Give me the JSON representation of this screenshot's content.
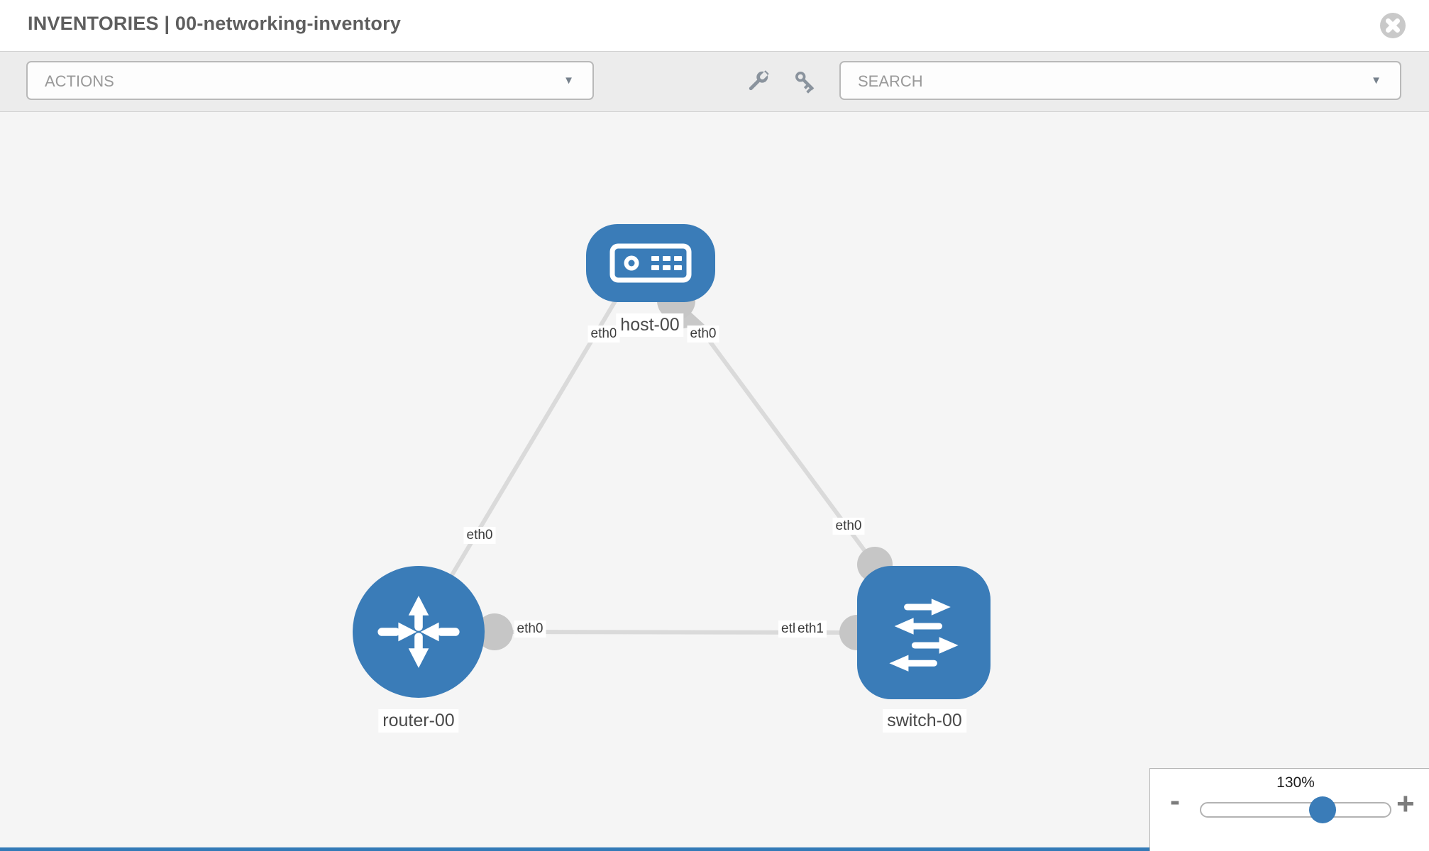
{
  "header": {
    "title": "INVENTORIES | 00-networking-inventory"
  },
  "toolbar": {
    "actions_placeholder": "ACTIONS",
    "search_placeholder": "SEARCH",
    "caret": "▼"
  },
  "nodes": {
    "host": {
      "label": "host-00",
      "type": "host"
    },
    "router": {
      "label": "router-00",
      "type": "router"
    },
    "switch": {
      "label": "switch-00",
      "type": "switch"
    }
  },
  "interfaces": {
    "host_eth0_left": "eth0",
    "host_eth0_right": "eth0",
    "router_eth0_top": "eth0",
    "router_eth0_right": "eth0",
    "switch_eth0_top": "eth0",
    "switch_eth0_left": "eth0",
    "switch_eth1_left": "eth1"
  },
  "links": [
    {
      "from": "host-00",
      "from_if": "eth0",
      "to": "router-00",
      "to_if": "eth0"
    },
    {
      "from": "host-00",
      "from_if": "eth0",
      "to": "switch-00",
      "to_if": "eth0"
    },
    {
      "from": "router-00",
      "from_if": "eth0",
      "to": "switch-00",
      "to_if": "eth1"
    }
  ],
  "zoom_control": {
    "value": "130%",
    "minus": "-",
    "plus": "+"
  },
  "colors": {
    "node_blue": "#3a7cb8",
    "accent_blue": "#337ab7",
    "link_gray": "#dadada",
    "interface_gray": "#c6c6c6"
  }
}
